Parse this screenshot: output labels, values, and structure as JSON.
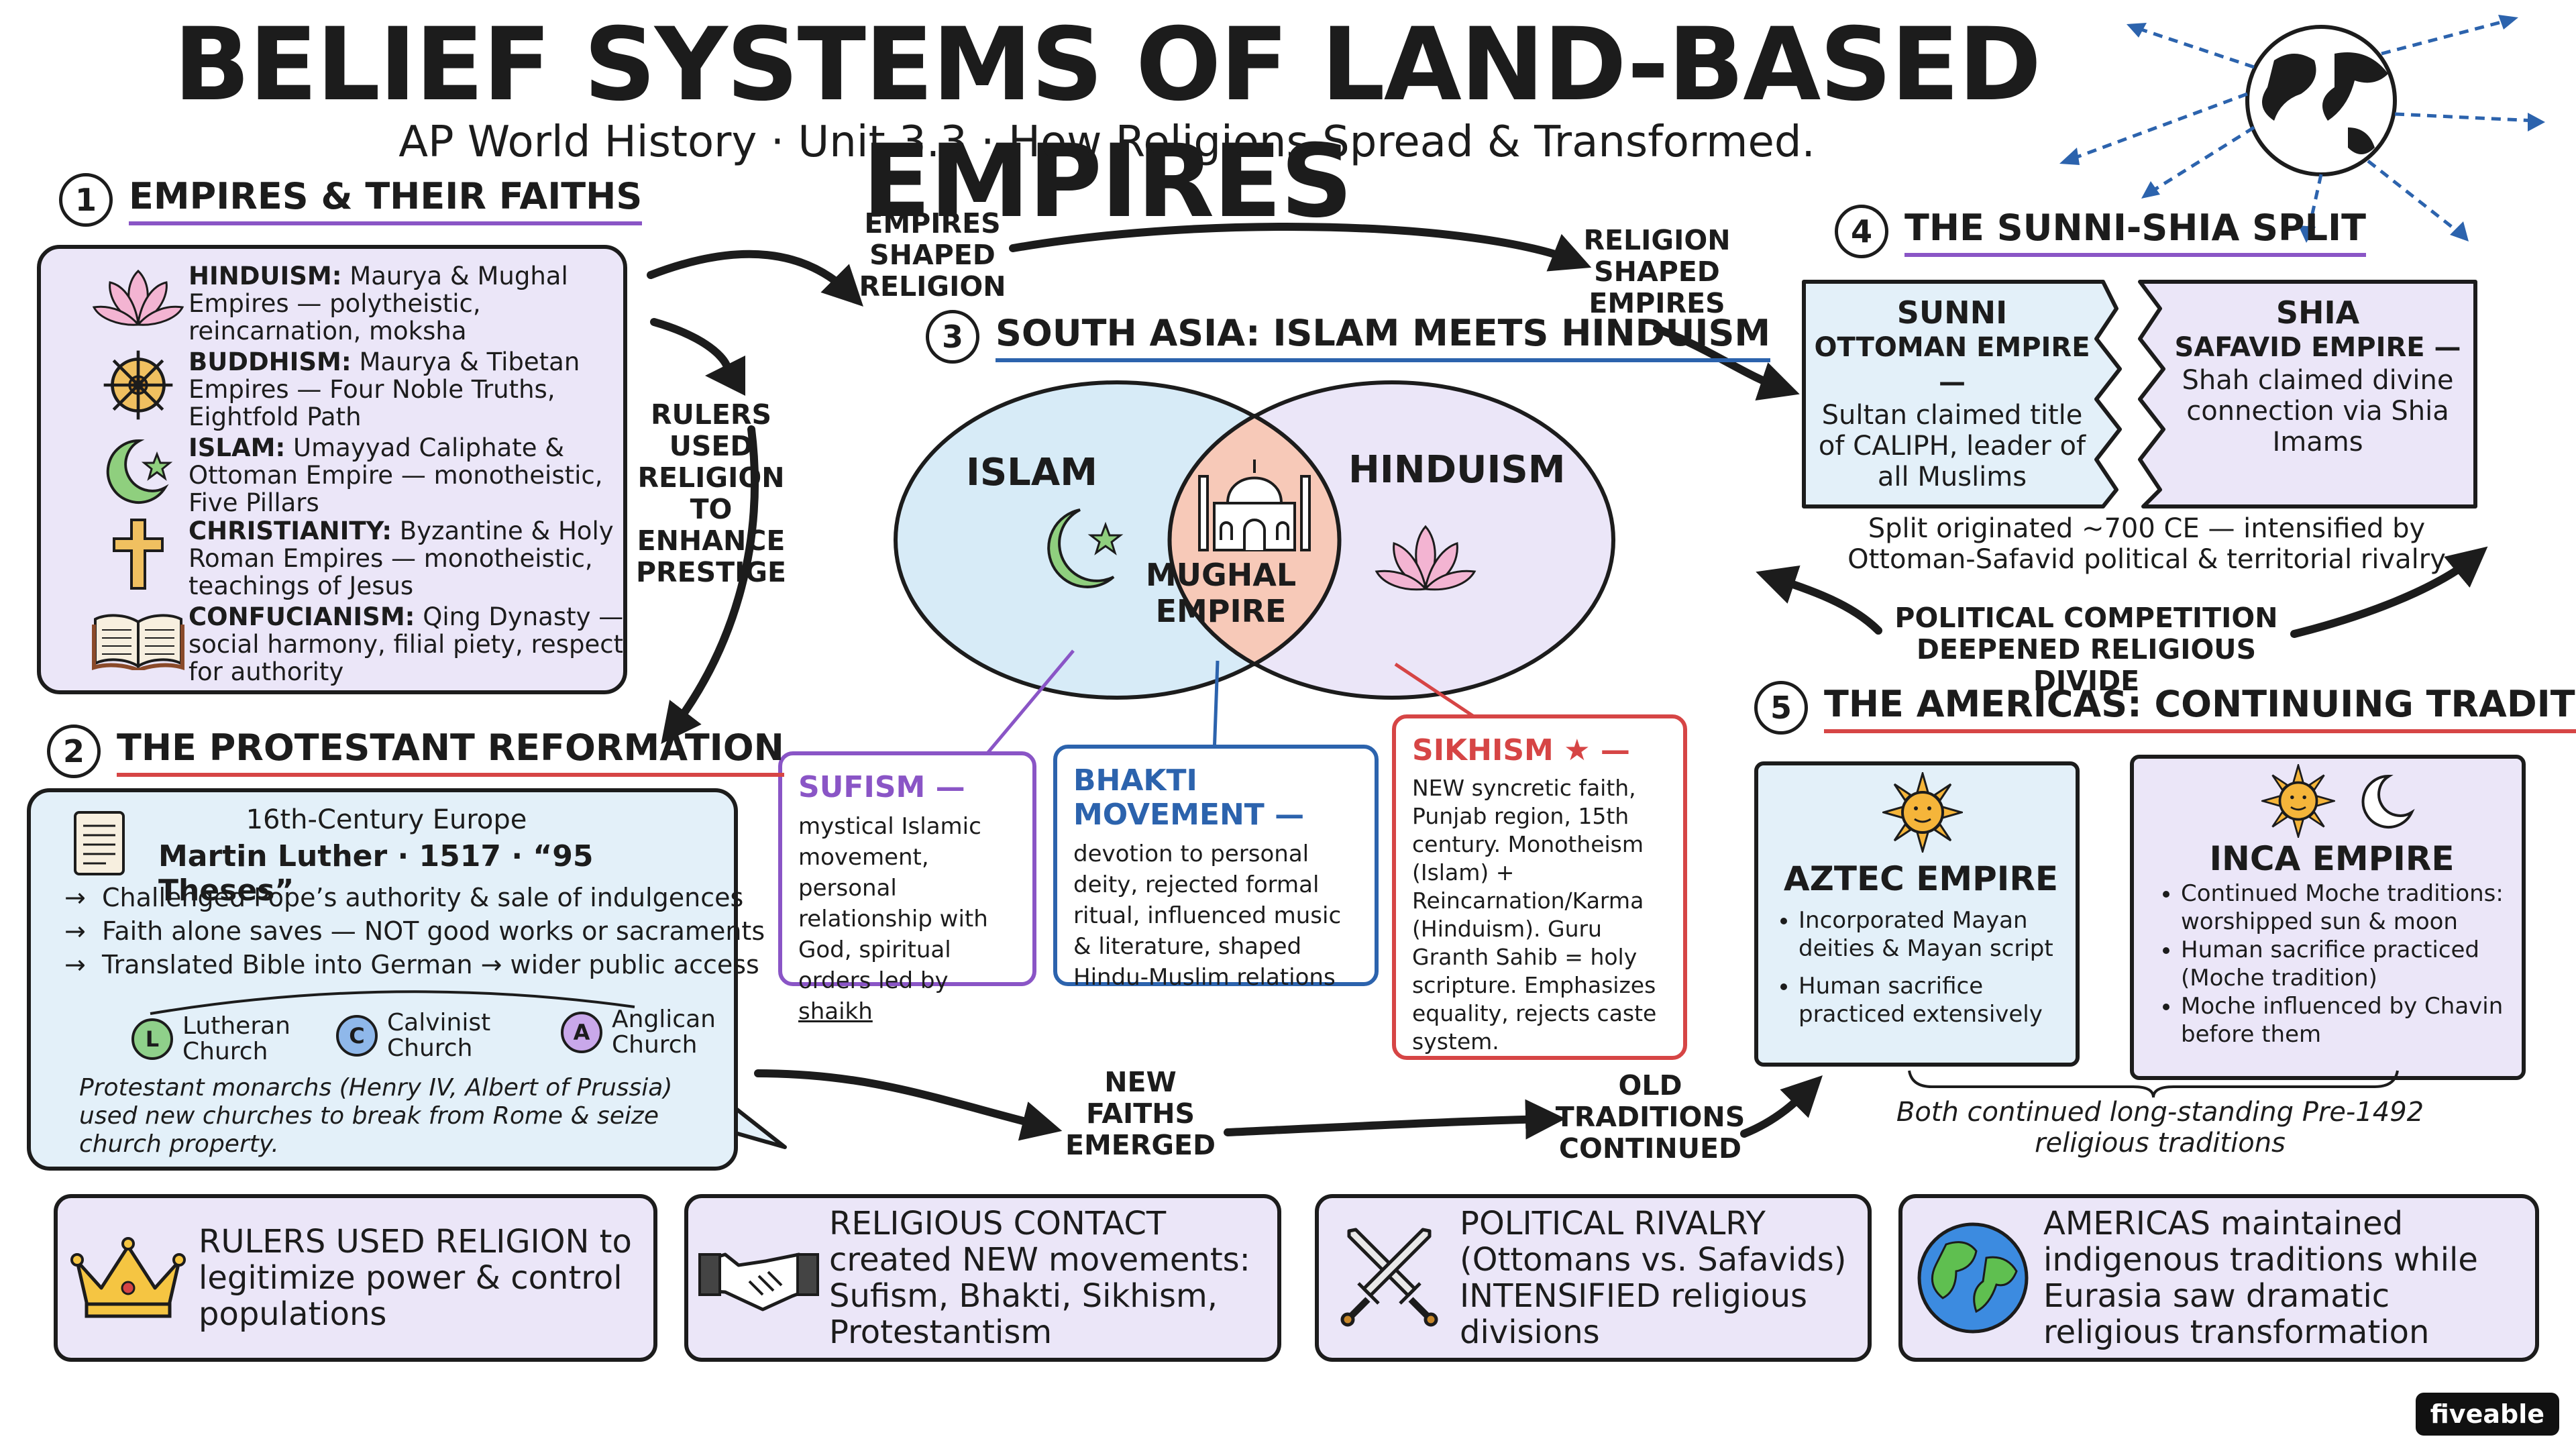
{
  "header": {
    "title": "BELIEF SYSTEMS OF LAND-BASED EMPIRES",
    "subtitle": "AP World History · Unit 3.3 · How Religions Spread & Transformed."
  },
  "section1": {
    "num": "1",
    "heading": "EMPIRES & THEIR FAITHS",
    "faiths": [
      {
        "name": "HINDUISM:",
        "text": "Maurya & Mughal Empires — polytheistic, reincarnation, moksha",
        "icon": "lotus-icon"
      },
      {
        "name": "BUDDHISM:",
        "text": "Maurya & Tibetan Empires — Four Noble Truths, Eightfold Path",
        "icon": "dharma-wheel-icon"
      },
      {
        "name": "ISLAM:",
        "text": "Umayyad Caliphate & Ottoman Empire — monotheistic, Five Pillars",
        "icon": "crescent-star-icon"
      },
      {
        "name": "CHRISTIANITY:",
        "text": "Byzantine & Holy Roman Empires — monotheistic, teachings of Jesus",
        "icon": "cross-icon"
      },
      {
        "name": "CONFUCIANISM:",
        "text": "Qing Dynasty — social harmony, filial piety, respect for authority",
        "icon": "book-icon"
      }
    ]
  },
  "arrows": {
    "empires_shaped": "EMPIRES SHAPED RELIGION",
    "rulers_used": "RULERS USED RELIGION TO ENHANCE PRESTIGE",
    "religion_shaped": "RELIGION SHAPED EMPIRES",
    "political_competition": "POLITICAL COMPETITION DEEPENED RELIGIOUS DIVIDE",
    "new_faiths": "NEW FAITHS EMERGED",
    "old_traditions": "OLD TRADITIONS CONTINUED"
  },
  "section2": {
    "num": "2",
    "heading": "THE PROTESTANT REFORMATION",
    "era": "16th-Century Europe",
    "era_sup": "th",
    "luther": "Martin Luther · 1517 · “95 Theses”",
    "points": [
      "Challenged Pope’s authority & sale of indulgences",
      "Faith alone saves — NOT good works or sacraments",
      "Translated Bible into German → wider public access"
    ],
    "churches": [
      {
        "letter": "L",
        "label": "Lutheran Church",
        "color": "#8fd08a"
      },
      {
        "letter": "C",
        "label": "Calvinist Church",
        "color": "#8fb8ea"
      },
      {
        "letter": "A",
        "label": "Anglican Church",
        "color": "#c9a8ea"
      }
    ],
    "note": "Protestant monarchs (Henry IV, Albert of Prussia) used new churches to break from Rome & seize church property."
  },
  "section3": {
    "num": "3",
    "heading": "SOUTH ASIA: ISLAM MEETS HINDUISM",
    "islam": "ISLAM",
    "hinduism": "HINDUISM",
    "center": "MUGHAL EMPIRE",
    "sufism": {
      "title": "SUFISM —",
      "text": "mystical Islamic movement, personal relationship with God, spiritual orders led by ",
      "link": "shaikh"
    },
    "bhakti": {
      "title": "BHAKTI MOVEMENT —",
      "text": "devotion to personal deity, rejected formal ritual, influenced music & literature, shaped Hindu-Muslim relations"
    },
    "sikhism": {
      "title": "SIKHISM ★ —",
      "text": "NEW syncretic faith, Punjab region, 15th century. Monotheism (Islam) + Reincarnation/Karma (Hinduism). Guru Granth Sahib = holy scripture. Emphasizes equality, rejects caste system."
    }
  },
  "section4": {
    "num": "4",
    "heading": "THE SUNNI-SHIA SPLIT",
    "sunni": {
      "title": "SUNNI",
      "empire": "OTTOMAN EMPIRE —",
      "text": "Sultan claimed title of CALIPH, leader of all Muslims"
    },
    "shia": {
      "title": "SHIA",
      "empire": "SAFAVID EMPIRE —",
      "text": "Shah claimed divine connection via Shia Imams"
    },
    "note": "Split originated ~700 CE — intensified by Ottoman-Safavid political & territorial rivalry"
  },
  "section5": {
    "num": "5",
    "heading": "THE AMERICAS: CONTINUING TRADITIONS",
    "aztec": {
      "title": "AZTEC EMPIRE",
      "points": [
        "Incorporated Mayan deities & Mayan script",
        "Human sacrifice practiced extensively"
      ]
    },
    "inca": {
      "title": "INCA EMPIRE",
      "points": [
        "Continued Moche traditions: worshipped sun & moon",
        "Human sacrifice practiced (Moche tradition)",
        "Moche influenced by Chavin before them"
      ]
    },
    "note": "Both continued long-standing Pre-1492 religious traditions"
  },
  "bottom": [
    {
      "text": "RULERS USED RELIGION to legitimize power & control populations",
      "icon": "crown-icon"
    },
    {
      "text": "RELIGIOUS CONTACT created NEW movements: Sufism, Bhakti, Sikhism, Protestantism",
      "icon": "handshake-icon"
    },
    {
      "text": "POLITICAL RIVALRY (Ottomans vs. Safavids) INTENSIFIED religious divisions",
      "icon": "crossed-swords-icon"
    },
    {
      "text": "AMERICAS maintained indigenous traditions while Eurasia saw dramatic religious transformation",
      "icon": "globe-icon"
    }
  ],
  "brand": "fiveable",
  "colors": {
    "lavender": "#ebe6f8",
    "light_blue": "#e3f0f9",
    "purple": "#8a55c6",
    "blue": "#2c63ad",
    "red": "#d64545",
    "orange": "#f7c9b8"
  }
}
